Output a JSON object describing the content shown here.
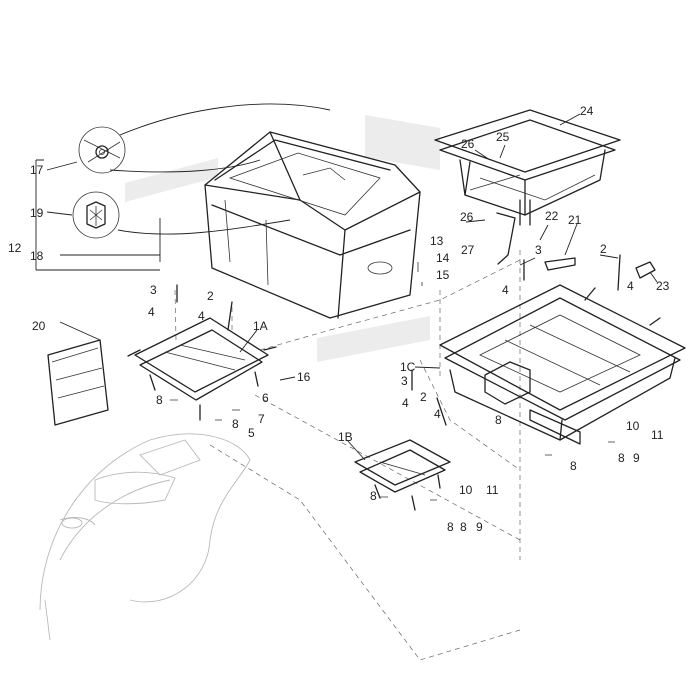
{
  "diagram": {
    "callouts": {
      "c1": "1A",
      "c2": "1B",
      "c3": "1C",
      "c12": "12",
      "c17": "17",
      "c18": "18",
      "c19": "19",
      "c20": "20",
      "c13": "13",
      "c14": "14",
      "c15": "15",
      "c16": "16",
      "c21": "21",
      "c22": "22",
      "c23": "23",
      "c24": "24",
      "c25": "25",
      "c26a": "26",
      "c26b": "26",
      "c27": "27",
      "c3a": "3",
      "c3b": "3",
      "c3c": "3",
      "c2a": "2",
      "c2b": "2",
      "c2c": "2",
      "c4a": "4",
      "c4b": "4",
      "c4c": "4",
      "c4d": "4",
      "c4e": "4",
      "c5": "5",
      "c6": "6",
      "c7": "7",
      "c8a": "8",
      "c8b": "8",
      "c8c": "8",
      "c8d": "8",
      "c8e": "8",
      "c8f": "8",
      "c8g": "8",
      "c8h": "8",
      "c9a": "9",
      "c9b": "9",
      "c10a": "10",
      "c10b": "10",
      "c11a": "11",
      "c11b": "11"
    }
  }
}
